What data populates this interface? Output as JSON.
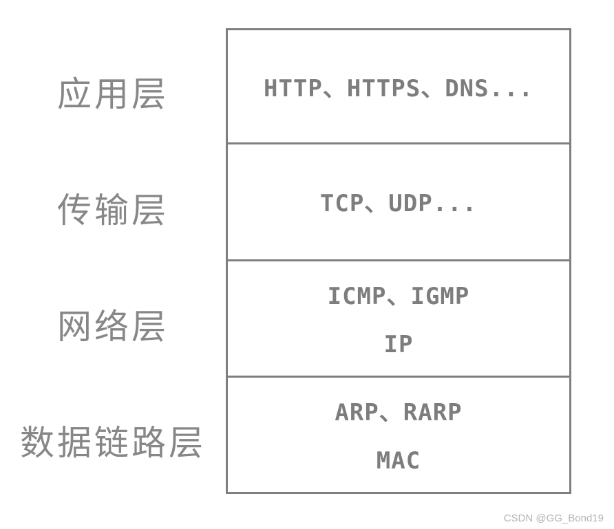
{
  "colors": {
    "background": "#ffffff",
    "box_border": "#7f7f7f",
    "layer_label_text": "#878787",
    "protocol_text": "#7d7d7d",
    "watermark_text": "#b4b4b4"
  },
  "diagram": {
    "type": "layer-stack",
    "layers": [
      {
        "label": "应用层",
        "lines": [
          "HTTP、HTTPS、DNS...",
          ""
        ]
      },
      {
        "label": "传输层",
        "lines": [
          "TCP、UDP...",
          ""
        ]
      },
      {
        "label": "网络层",
        "lines": [
          "ICMP、IGMP",
          "IP"
        ]
      },
      {
        "label": "数据链路层",
        "lines": [
          "ARP、RARP",
          "MAC"
        ]
      }
    ]
  },
  "watermark": {
    "text": "CSDN @GG_Bond19"
  }
}
